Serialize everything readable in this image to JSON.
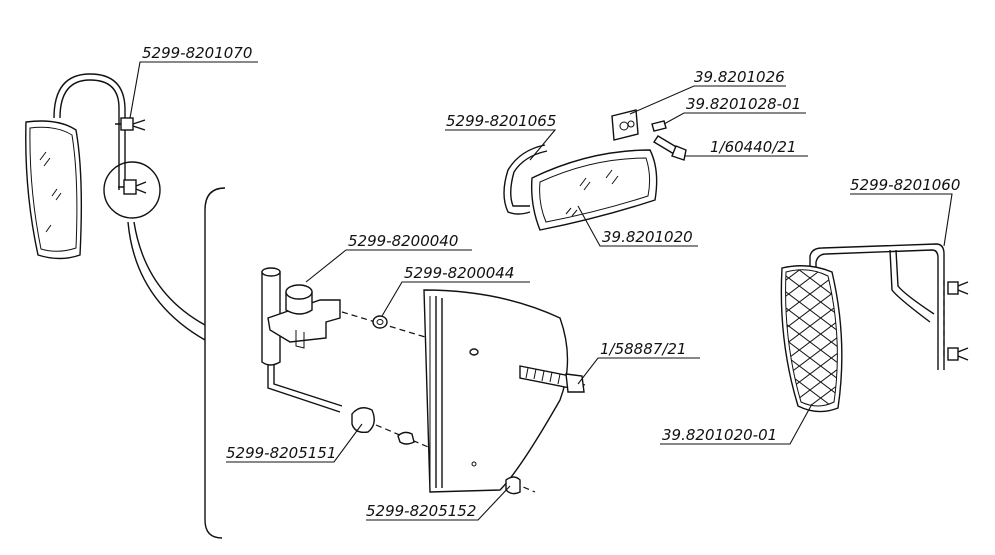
{
  "parts": {
    "bracket_top_left": "5299-8201070",
    "nut_1": "39.8201026",
    "nut_2": "39.8201028-01",
    "screw_top": "1/60440/21",
    "bracket_mid": "5299-8201065",
    "mirror_center": "39.8201020",
    "bracket_right": "5299-8201060",
    "clamp": "5299-8200040",
    "washer": "5299-8200044",
    "bolt": "1/58887/21",
    "mirror_right": "39.8201020-01",
    "knob_1": "5299-8205151",
    "knob_2": "5299-8205152"
  }
}
